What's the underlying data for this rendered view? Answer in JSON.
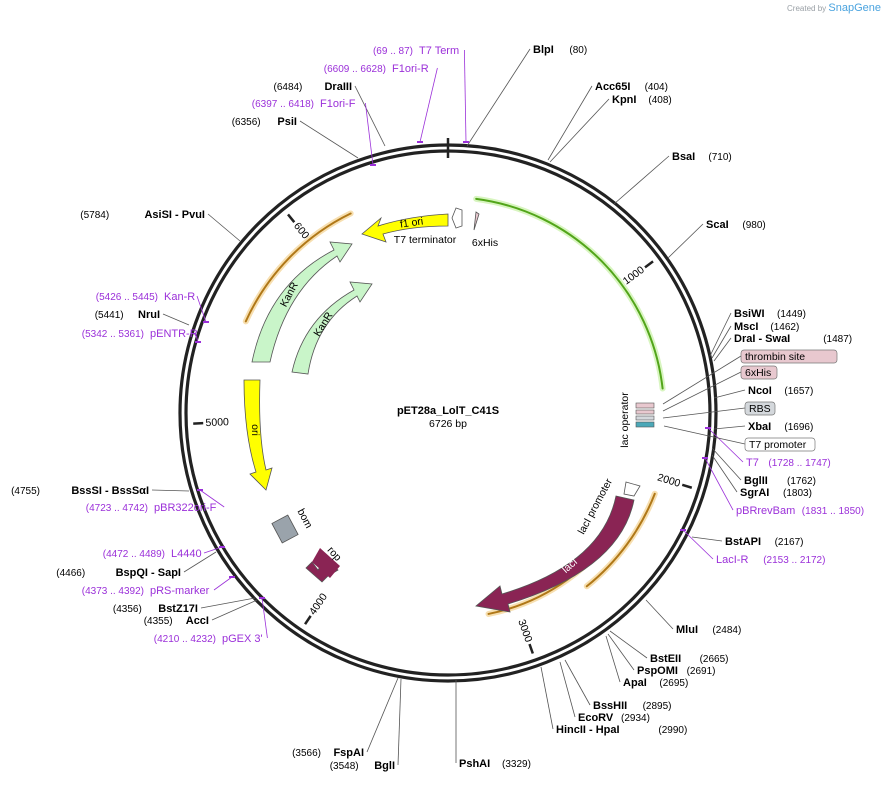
{
  "brand": {
    "prefix": "Created by",
    "name": "SnapGene"
  },
  "plasmid": {
    "name": "pET28a_LolT_C41S",
    "length": "6726 bp"
  },
  "ticks": [
    "1000",
    "2000",
    "3000",
    "4000",
    "5000",
    "6000"
  ],
  "enzymes": [
    {
      "name": "BlpI",
      "pos": "(80)"
    },
    {
      "name": "Acc65I",
      "pos": "(404)"
    },
    {
      "name": "KpnI",
      "pos": "(408)"
    },
    {
      "name": "BsaI",
      "pos": "(710)"
    },
    {
      "name": "ScaI",
      "pos": "(980)"
    },
    {
      "name": "BsiWI",
      "pos": "(1449)"
    },
    {
      "name": "MscI",
      "pos": "(1462)"
    },
    {
      "name": "DraI  - SwaI",
      "pos": "(1487)"
    },
    {
      "name": "NcoI",
      "pos": "(1657)"
    },
    {
      "name": "XbaI",
      "pos": "(1696)"
    },
    {
      "name": "BglII",
      "pos": "(1762)"
    },
    {
      "name": "SgrAI",
      "pos": "(1803)"
    },
    {
      "name": "BstAPI",
      "pos": "(2167)"
    },
    {
      "name": "MluI",
      "pos": "(2484)"
    },
    {
      "name": "BstEII",
      "pos": "(2665)"
    },
    {
      "name": "PspOMI",
      "pos": "(2691)"
    },
    {
      "name": "ApaI",
      "pos": "(2695)"
    },
    {
      "name": "BssHII",
      "pos": "(2895)"
    },
    {
      "name": "EcoRV",
      "pos": "(2934)"
    },
    {
      "name": "HincII  - HpaI",
      "pos": "(2990)"
    },
    {
      "name": "PshAI",
      "pos": "(3329)"
    },
    {
      "name": "FspAI",
      "pos": "(3566)"
    },
    {
      "name": "BglI",
      "pos": "(3548)"
    },
    {
      "name": "AccI",
      "pos": "(4355)"
    },
    {
      "name": "BstZ17I",
      "pos": "(4356)"
    },
    {
      "name": "BspQI  - SapI",
      "pos": "(4466)"
    },
    {
      "name": "BssSI  - BssSαI",
      "pos": "(4755)"
    },
    {
      "name": "NruI",
      "pos": "(5441)"
    },
    {
      "name": "AsiSI  - PvuI",
      "pos": "(5784)"
    },
    {
      "name": "PsiI",
      "pos": "(6356)"
    },
    {
      "name": "DraIII",
      "pos": "(6484)"
    }
  ],
  "primers": [
    {
      "name": "T7 Term",
      "pos": "(69 .. 87)"
    },
    {
      "name": "F1ori-R",
      "pos": "(6609 .. 6628)"
    },
    {
      "name": "F1ori-F",
      "pos": "(6397 .. 6418)"
    },
    {
      "name": "T7",
      "pos": "(1728 .. 1747)"
    },
    {
      "name": "pBRrevBam",
      "pos": "(1831 .. 1850)"
    },
    {
      "name": "LacI-R",
      "pos": "(2153 .. 2172)"
    },
    {
      "name": "Kan-R",
      "pos": "(5426 .. 5445)"
    },
    {
      "name": "pENTR-R",
      "pos": "(5342 .. 5361)"
    },
    {
      "name": "pBR322ori-F",
      "pos": "(4723 .. 4742)"
    },
    {
      "name": "L4440",
      "pos": "(4472 .. 4489)"
    },
    {
      "name": "pRS-marker",
      "pos": "(4373 .. 4392)"
    },
    {
      "name": "pGEX 3'",
      "pos": "(4210 .. 4232)"
    }
  ],
  "boxed_labels": [
    {
      "text": "thrombin site",
      "color": "#e8c8cf"
    },
    {
      "text": "6xHis",
      "color": "#e8c8cf"
    },
    {
      "text": "RBS",
      "color": "#d4d8dc"
    },
    {
      "text": "T7 promoter",
      "color": "#ffffff"
    }
  ],
  "features": {
    "f1_ori": "f1 ori",
    "t7_terminator": "T7 terminator",
    "his_top": "6xHis",
    "kanr1": "KanR",
    "kanr2": "KanR",
    "ori": "ori",
    "bom": "bom",
    "rop": "rop",
    "lacI": "lacI",
    "lacI_promoter": "lacI promoter",
    "lac_operator": "lac operator"
  },
  "colors": {
    "gene_green": "#52a51a",
    "orf_orange": "#b07818",
    "kanr_fill": "#c9f5c9",
    "ori_fill": "#ffff00",
    "lacI_fill": "#8a2454",
    "rop_fill": "#8a2454",
    "bom_fill": "#9aa3ab",
    "primer": "#9b30d9"
  }
}
